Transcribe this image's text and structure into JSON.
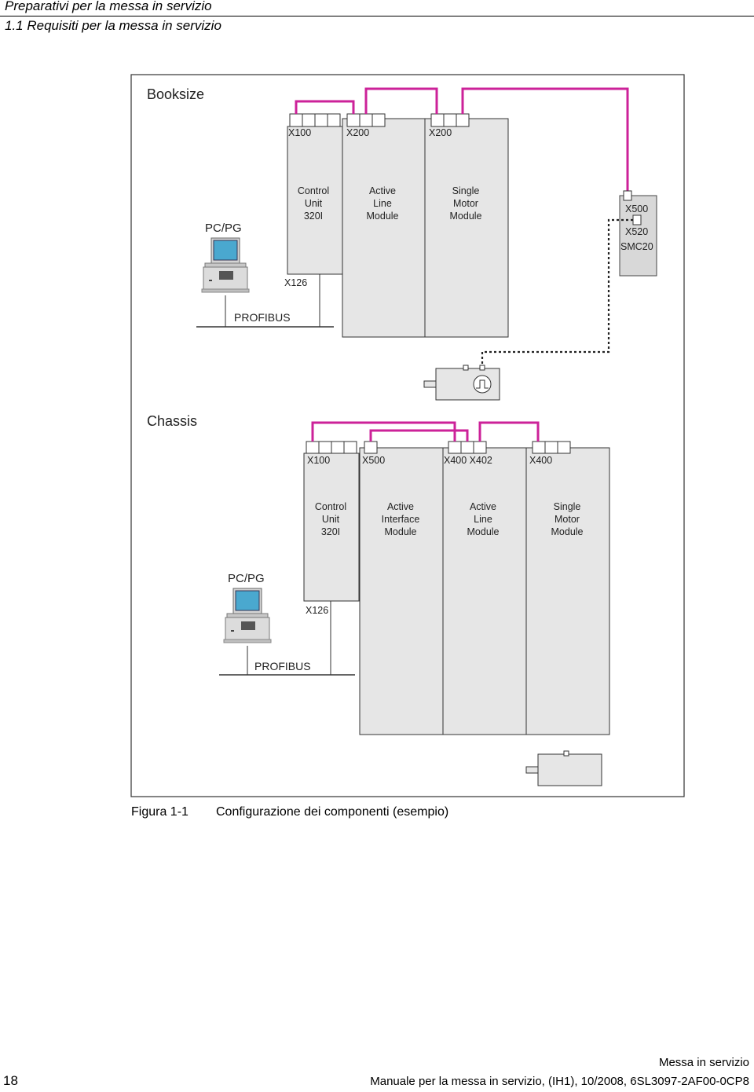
{
  "header": {
    "section_title": "Preparativi per la messa in servizio",
    "subsection_title": "1.1 Requisiti per la messa in servizio"
  },
  "figure": {
    "booksize": {
      "title": "Booksize",
      "pcpg": "PC/PG",
      "profibus": "PROFIBUS",
      "x126": "X126",
      "connectors": {
        "cu": "X100",
        "alm": "X200",
        "smm": "X200"
      },
      "modules": {
        "cu": [
          "Control",
          "Unit",
          "320I"
        ],
        "alm": [
          "Active",
          "Line",
          "Module"
        ],
        "smm": [
          "Single",
          "Motor",
          "Module"
        ]
      },
      "smc": {
        "x500": "X500",
        "x520": "X520",
        "name": "SMC20"
      }
    },
    "chassis": {
      "title": "Chassis",
      "pcpg": "PC/PG",
      "profibus": "PROFIBUS",
      "x126": "X126",
      "connectors": {
        "cu": "X100",
        "aim": "X500",
        "alm": "X400 X402",
        "smm": "X400"
      },
      "modules": {
        "cu": [
          "Control",
          "Unit",
          "320I"
        ],
        "aim": [
          "Active",
          "Interface",
          "Module"
        ],
        "alm": [
          "Active",
          "Line",
          "Module"
        ],
        "smm": [
          "Single",
          "Motor",
          "Module"
        ]
      }
    },
    "caption_number": "Figura 1-1",
    "caption_text": "Configurazione dei componenti (esempio)",
    "colors": {
      "cable": "#cc2299",
      "module_fill": "#e6e6e6",
      "outline": "#333333"
    }
  },
  "footer": {
    "page_number": "18",
    "line1": "Messa in servizio",
    "line2": "Manuale per la messa in servizio, (IH1), 10/2008, 6SL3097-2AF00-0CP8"
  }
}
